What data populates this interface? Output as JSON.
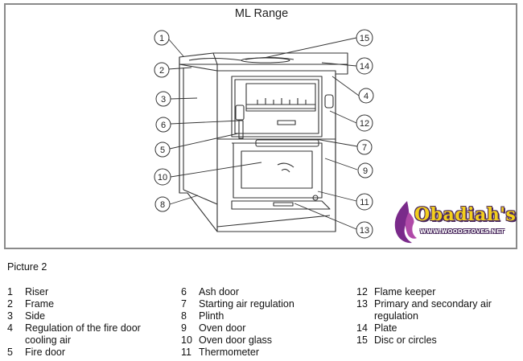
{
  "title": "ML Range",
  "caption": "Picture 2",
  "logo": {
    "name": "Obadiah's",
    "url": "WWW.WOODSTOVES.NET",
    "colors": {
      "text": "#f3cf1c",
      "outline": "#4b2a5f",
      "flame": "#7a2a8a"
    }
  },
  "callouts": [
    "1",
    "2",
    "3",
    "4",
    "5",
    "6",
    "7",
    "8",
    "9",
    "10",
    "11",
    "12",
    "13",
    "14",
    "15"
  ],
  "legend": {
    "columns": [
      [
        {
          "num": "1",
          "label": "Riser"
        },
        {
          "num": "2",
          "label": "Frame"
        },
        {
          "num": "3",
          "label": "Side"
        },
        {
          "num": "4",
          "label": "Regulation of the fire door",
          "label2": "cooling air"
        },
        {
          "num": "5",
          "label": "Fire door"
        }
      ],
      [
        {
          "num": "6",
          "label": "Ash door"
        },
        {
          "num": "7",
          "label": "Starting air regulation"
        },
        {
          "num": "8",
          "label": "Plinth"
        },
        {
          "num": "9",
          "label": "Oven door"
        },
        {
          "num": "10",
          "label": "Oven door glass"
        },
        {
          "num": "11",
          "label": "Thermometer"
        }
      ],
      [
        {
          "num": "12",
          "label": "Flame keeper"
        },
        {
          "num": "13",
          "label": "Primary and secondary air",
          "label2": "regulation"
        },
        {
          "num": "14",
          "label": "Plate"
        },
        {
          "num": "15",
          "label": "Disc or circles"
        }
      ]
    ]
  },
  "colors": {
    "frame_border": "#8a8a8a",
    "line": "#333333",
    "text": "#111111"
  }
}
